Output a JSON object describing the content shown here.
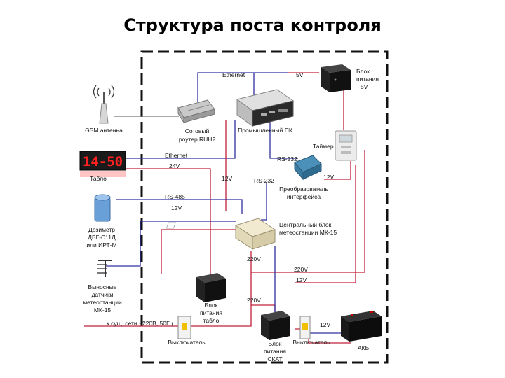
{
  "title": "Структура поста контроля",
  "colors": {
    "frame": "#111111",
    "ethernet": "#3030a0",
    "power": "#c0203a",
    "rs": "#3030a0",
    "gray_line": "#777777",
    "board_bg": "#1a1a1a",
    "board_digits": "#ff2020"
  },
  "devices": {
    "antenna": "GSM антенна",
    "router": [
      "Сотовый",
      "роутер RUH2"
    ],
    "pc": "Промышленный ПК",
    "psu5": [
      "Блок",
      "питания",
      "5V"
    ],
    "timer": "Таймер",
    "board": "Табло",
    "board_digits": "14-50",
    "converter": [
      "Преобразователь",
      "интерфейса"
    ],
    "meter": [
      "Дозиметр",
      "ДБГ-С11Д",
      "или ИРТ-М"
    ],
    "central": [
      "Центральный блок",
      "метеостанции МК-15"
    ],
    "sensors": [
      "Выносные",
      "датчики",
      "метеостанции",
      "МК-15"
    ],
    "psu_board": [
      "Блок",
      "питания",
      "табло"
    ],
    "switch1": "Выключатель",
    "psu_skat": [
      "Блок",
      "питания",
      "СКАТ"
    ],
    "switch2": "Выключатель",
    "battery": "АКБ"
  },
  "connections": {
    "ethernet_top": "Ethernet",
    "v5": "5V",
    "ethernet_mid": "Ethernet",
    "v24": "24V",
    "v12_a": "12V",
    "rs232_a": "RS-232",
    "rs232_b": "RS-232",
    "v12_b": "12V",
    "rs485": "RS-485",
    "v12_c": "12V",
    "v220_a": "220V",
    "v220_b": "220V",
    "v12_d": "12V",
    "v220_c": "220V",
    "mains": "к сущ. сети ~220В, 50Гц",
    "v12_e": "12V"
  }
}
